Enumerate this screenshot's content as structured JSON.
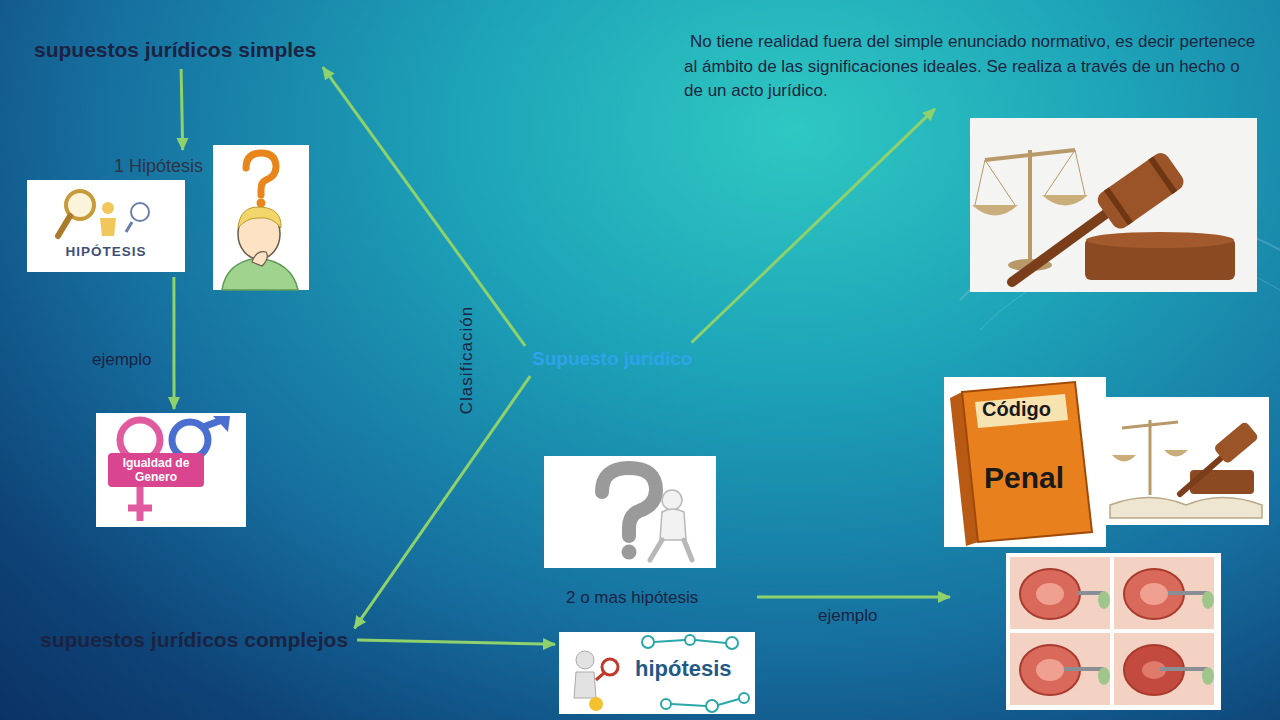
{
  "diagram": {
    "nodes": [
      {
        "text": [
          "supuestos jurídicos simples"
        ]
      },
      {
        "text": [
          "No tiene realidad fuera del simple enunciado normativo, es decir pertenece al ámbito de las significaciones ideales. Se realiza a través de un hecho o de un acto jurídico."
        ]
      },
      {
        "text": [
          "1 Hipótesis"
        ]
      },
      {
        "text": [
          "HIPÓTESIS"
        ]
      },
      {
        "text": [
          "Supuesto jurídico"
        ]
      },
      {
        "text": [
          "Igualdad de Genero"
        ]
      },
      {
        "text": [
          "Código",
          "Penal"
        ]
      },
      {
        "text": [
          "2 o mas hipótesis"
        ]
      },
      {
        "text": [
          "supuestos jurídicos complejos"
        ]
      },
      {
        "text": [
          "hipótesis"
        ]
      }
    ],
    "edges": [
      {
        "from": 4,
        "to": 0,
        "arrow": "to"
      },
      {
        "from": 4,
        "to": 8,
        "arrow": "to"
      },
      {
        "from": 4,
        "to": 1,
        "arrow": "to"
      },
      {
        "from": 0,
        "to": 2,
        "arrow": "to"
      },
      {
        "from": 3,
        "to": 5,
        "label": "ejemplo",
        "arrow": "to"
      },
      {
        "from": 8,
        "to": 9,
        "arrow": "to"
      }
    ],
    "labels": [
      "Clasificación",
      "ejemplo"
    ]
  }
}
